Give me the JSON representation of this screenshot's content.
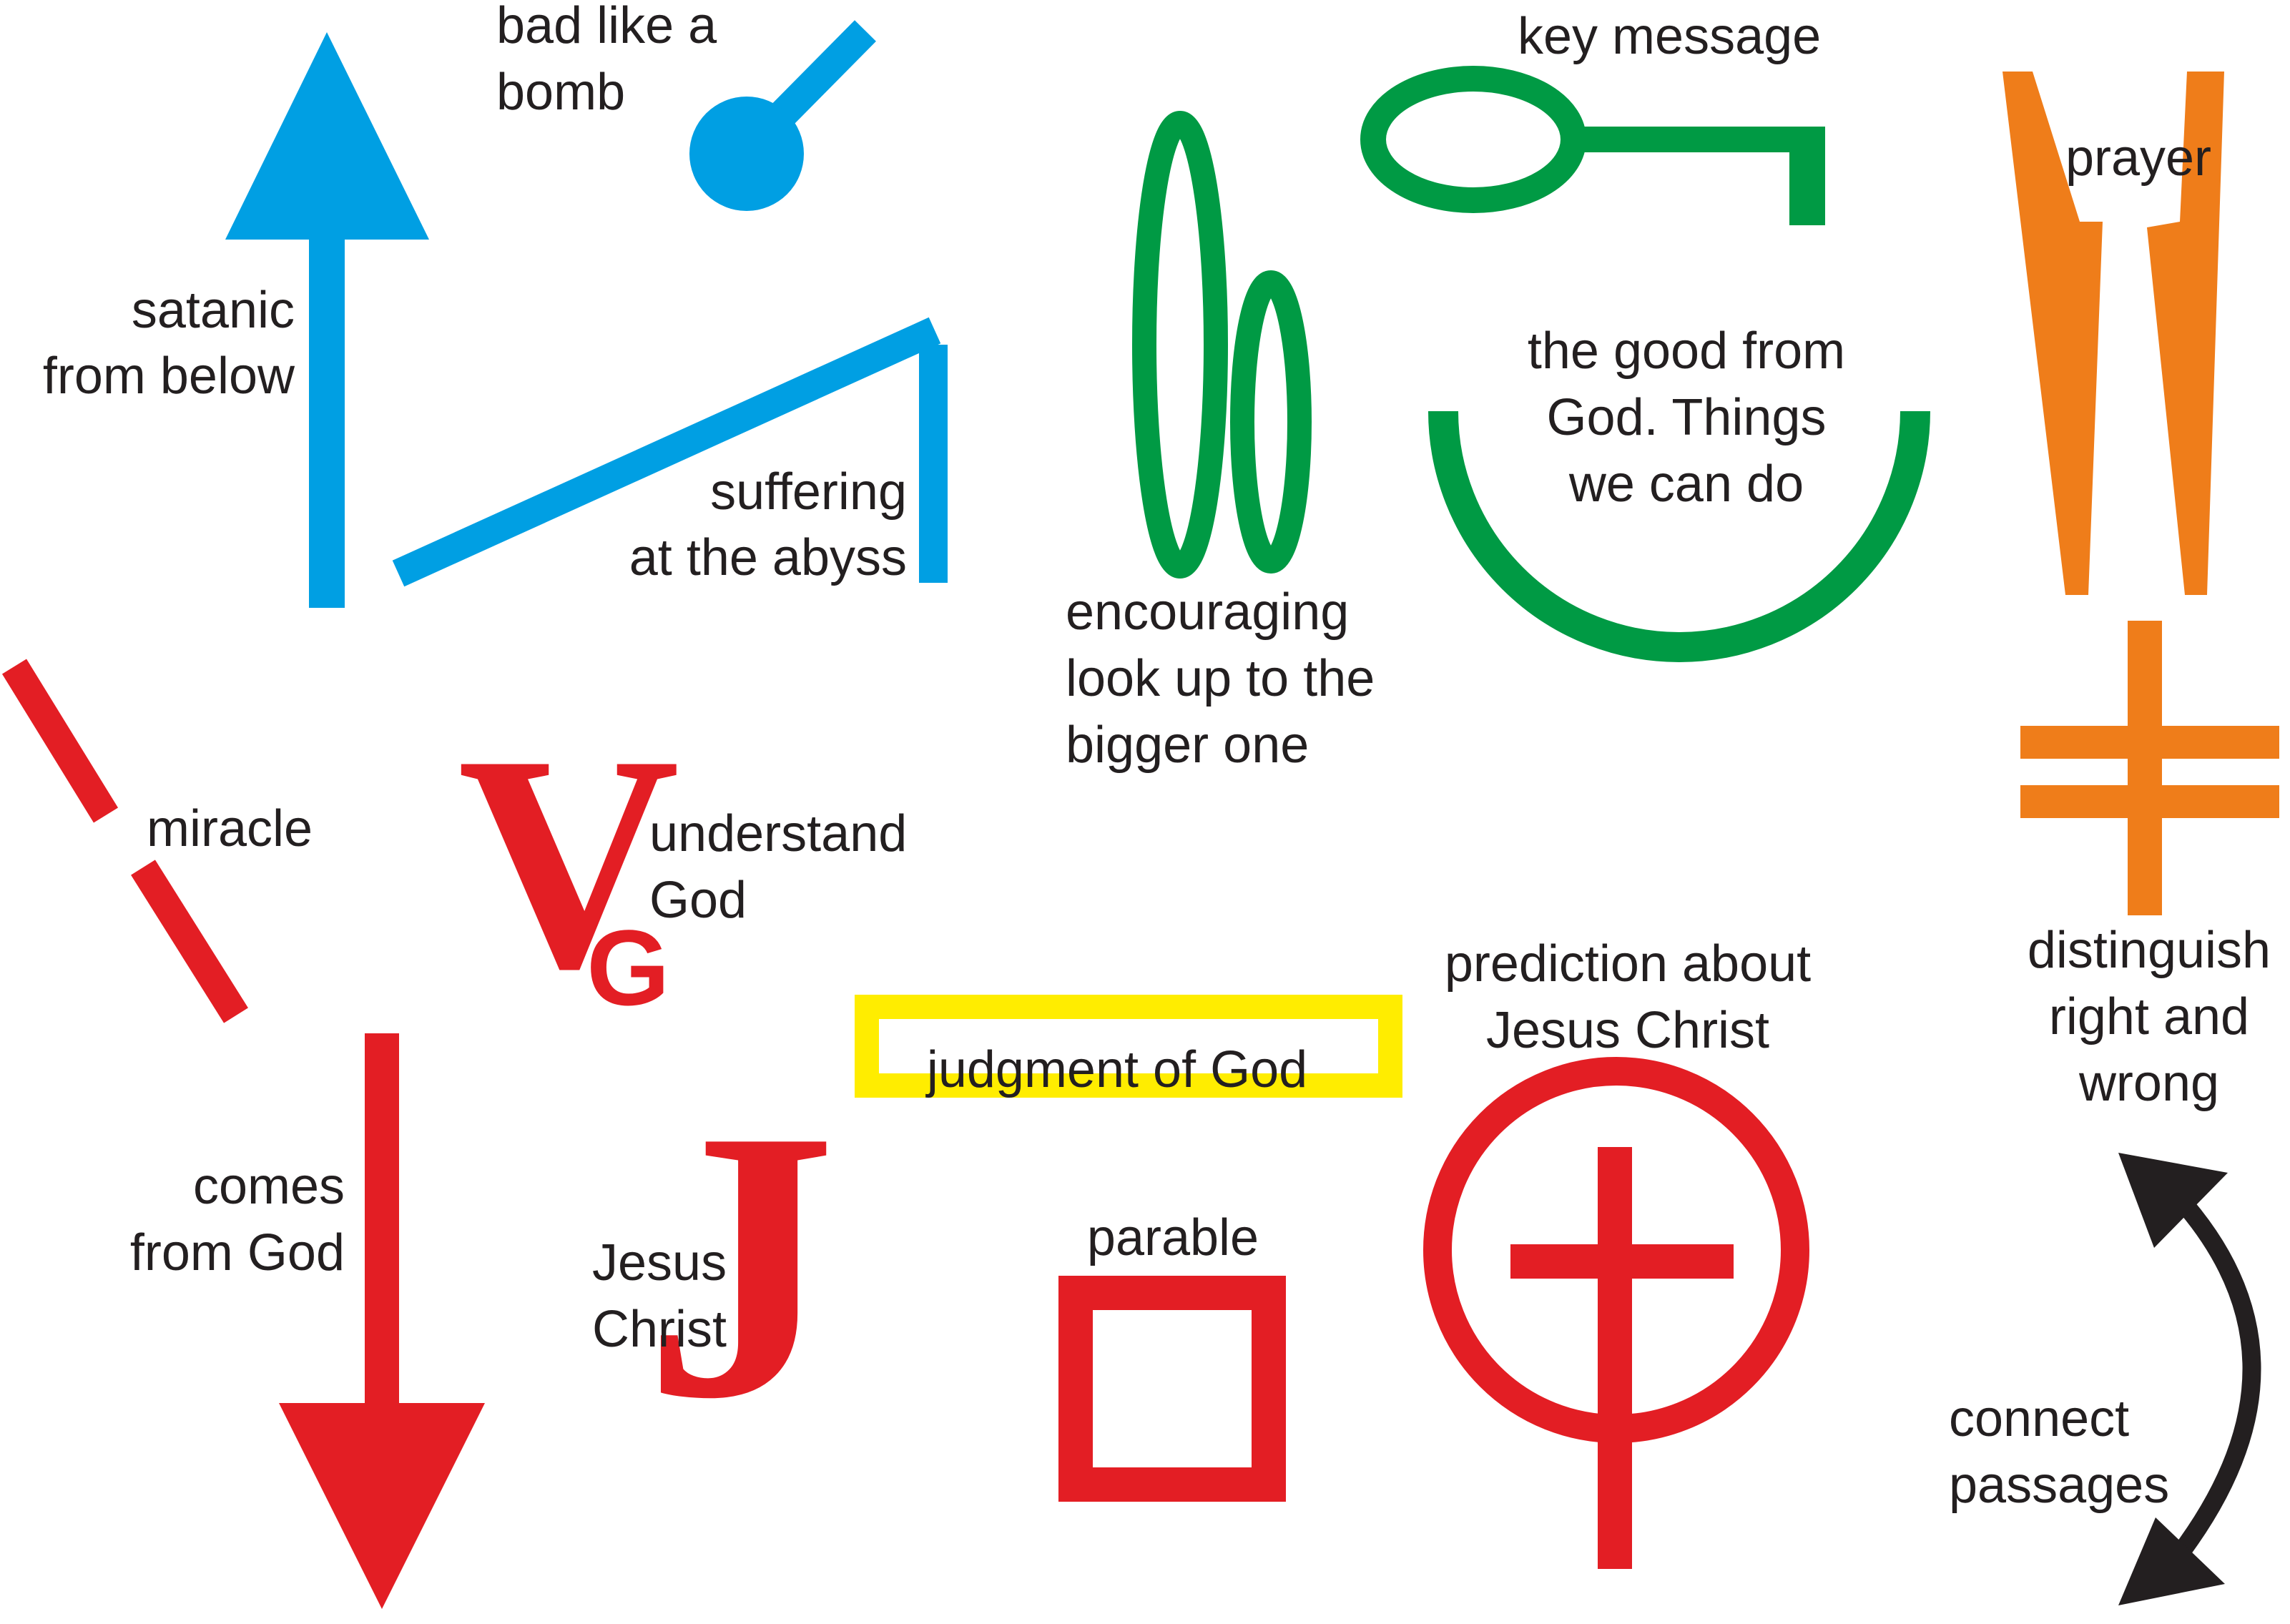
{
  "colors": {
    "blue": "#009fe3",
    "green": "#009a44",
    "orange": "#ef7d1a",
    "red": "#e31e24",
    "yellow": "#ffed00",
    "black": "#231f20",
    "text": "#231f20"
  },
  "symbols": {
    "satanic": {
      "icon": "up-arrow-icon",
      "label_line1": "satanic",
      "label_line2": "from below"
    },
    "bomb": {
      "icon": "bomb-icon",
      "label_line1": "bad like a",
      "label_line2": "bomb"
    },
    "suffering": {
      "icon": "abyss-slope-icon",
      "label_line1": "suffering",
      "label_line2": "at the abyss"
    },
    "encouraging": {
      "icon": "two-ovals-icon",
      "label_line1": "encouraging",
      "label_line2": "look up to the",
      "label_line3": "bigger one"
    },
    "key": {
      "icon": "key-icon",
      "label": "key message"
    },
    "good": {
      "icon": "bowl-arc-icon",
      "label_line1": "the good from",
      "label_line2": "God. Things",
      "label_line3": "we can do"
    },
    "prayer": {
      "icon": "prayer-w-icon",
      "label": "prayer"
    },
    "distinguish": {
      "icon": "not-equal-cross-icon",
      "label_line1": "distinguish",
      "label_line2": "right and",
      "label_line3": "wrong"
    },
    "miracle": {
      "icon": "broken-line-icon",
      "label": "miracle"
    },
    "understand": {
      "icon": "vg-glyph-icon",
      "glyph_main": "V",
      "glyph_sub": "G",
      "label_line1": "understand",
      "label_line2": "God"
    },
    "comes_from_god": {
      "icon": "down-arrow-icon",
      "label_line1": "comes",
      "label_line2": "from God"
    },
    "jesus": {
      "icon": "j-glyph-icon",
      "glyph": "J",
      "label_line1": "Jesus",
      "label_line2": "Christ"
    },
    "judgment": {
      "icon": "yellow-frame-icon",
      "label": "judgment of God"
    },
    "parable": {
      "icon": "square-icon",
      "label": "parable"
    },
    "prediction": {
      "icon": "circle-cross-icon",
      "label_line1": "prediction about",
      "label_line2": "Jesus Christ"
    },
    "connect": {
      "icon": "double-arc-arrow-icon",
      "label_line1": "connect",
      "label_line2": "passages"
    }
  }
}
